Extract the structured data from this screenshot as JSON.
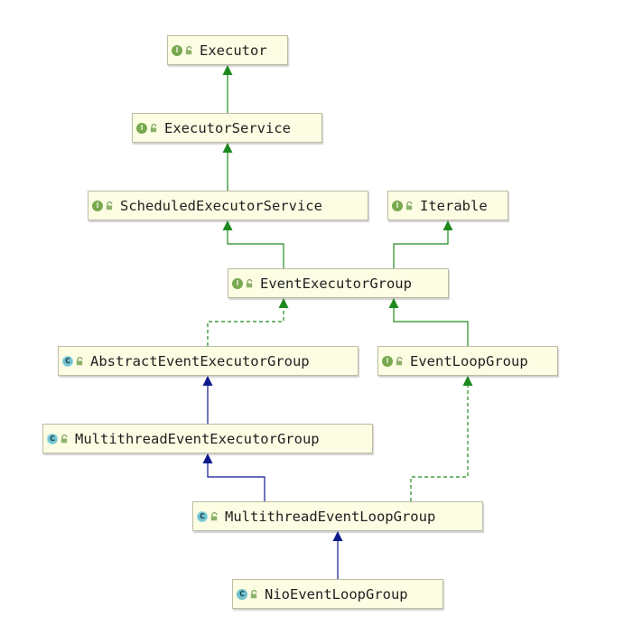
{
  "diagram": {
    "nodes": [
      {
        "id": "Executor",
        "label": "Executor",
        "kind": "interface",
        "badge": "I"
      },
      {
        "id": "ExecutorService",
        "label": "ExecutorService",
        "kind": "interface",
        "badge": "I"
      },
      {
        "id": "ScheduledExecutorService",
        "label": "ScheduledExecutorService",
        "kind": "interface",
        "badge": "I"
      },
      {
        "id": "Iterable",
        "label": "Iterable",
        "kind": "interface",
        "badge": "I"
      },
      {
        "id": "EventExecutorGroup",
        "label": "EventExecutorGroup",
        "kind": "interface",
        "badge": "I"
      },
      {
        "id": "AbstractEventExecutorGroup",
        "label": "AbstractEventExecutorGroup",
        "kind": "abstract-class",
        "badge": "C"
      },
      {
        "id": "EventLoopGroup",
        "label": "EventLoopGroup",
        "kind": "interface",
        "badge": "I"
      },
      {
        "id": "MultithreadEventExecutorGroup",
        "label": "MultithreadEventExecutorGroup",
        "kind": "abstract-class",
        "badge": "C"
      },
      {
        "id": "MultithreadEventLoopGroup",
        "label": "MultithreadEventLoopGroup",
        "kind": "abstract-class",
        "badge": "C"
      },
      {
        "id": "NioEventLoopGroup",
        "label": "NioEventLoopGroup",
        "kind": "class",
        "badge": "C"
      }
    ],
    "edges": [
      {
        "from": "ExecutorService",
        "to": "Executor",
        "type": "extends-interface"
      },
      {
        "from": "ScheduledExecutorService",
        "to": "ExecutorService",
        "type": "extends-interface"
      },
      {
        "from": "EventExecutorGroup",
        "to": "ScheduledExecutorService",
        "type": "extends-interface"
      },
      {
        "from": "EventExecutorGroup",
        "to": "Iterable",
        "type": "extends-interface"
      },
      {
        "from": "AbstractEventExecutorGroup",
        "to": "EventExecutorGroup",
        "type": "implements"
      },
      {
        "from": "EventLoopGroup",
        "to": "EventExecutorGroup",
        "type": "extends-interface"
      },
      {
        "from": "MultithreadEventExecutorGroup",
        "to": "AbstractEventExecutorGroup",
        "type": "extends-class"
      },
      {
        "from": "MultithreadEventLoopGroup",
        "to": "MultithreadEventExecutorGroup",
        "type": "extends-class"
      },
      {
        "from": "MultithreadEventLoopGroup",
        "to": "EventLoopGroup",
        "type": "implements"
      },
      {
        "from": "NioEventLoopGroup",
        "to": "MultithreadEventLoopGroup",
        "type": "extends-class"
      }
    ],
    "colors": {
      "interface_edge": "#1e8a1e",
      "class_edge": "#0c1a8c",
      "node_fill": "#fdfde4",
      "node_border": "#bcbca6",
      "interface_badge": "#77a94f",
      "class_badge": "#70c0cc"
    },
    "icons": {
      "interface": "interface-icon",
      "class": "class-icon",
      "visibility": "public-lock-icon"
    }
  }
}
